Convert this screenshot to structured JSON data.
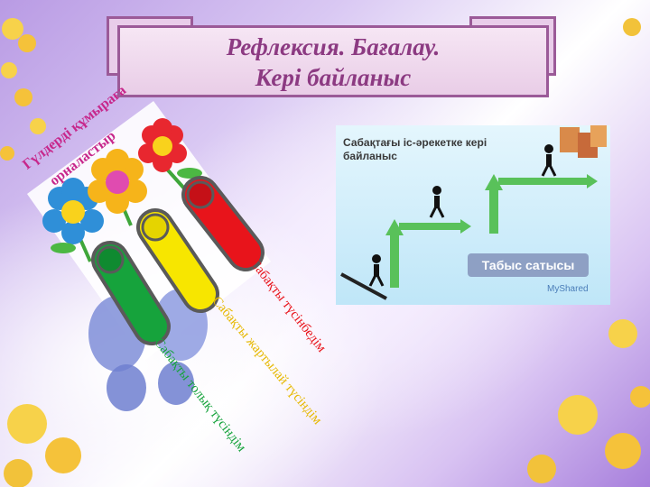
{
  "title": {
    "line1": "Рефлексия. Бағалау.",
    "line2": "Кері байланыс"
  },
  "instruction": {
    "line1": "Гүлдерді құмыраға",
    "line2": "орналастыр"
  },
  "labels": {
    "red": "Сабақты түсінбедім",
    "yellow": "Сабақты жартылай түсіндім",
    "green": "Сабақты толық түсіндім"
  },
  "stair_image": {
    "title": "Сабақтағы іс-әрекетке кері байланыс",
    "success_label": "Табыс сатысы",
    "logo": "MyShared"
  },
  "colors": {
    "red": "#e8141b",
    "yellow": "#f7e600",
    "green": "#16a33c",
    "title": "#8c3a82"
  }
}
